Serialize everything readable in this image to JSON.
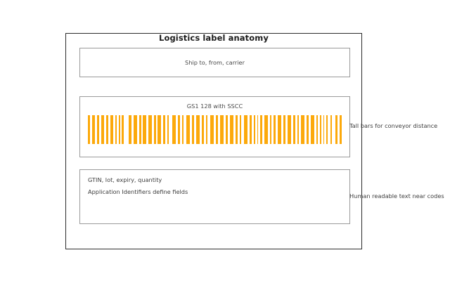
{
  "label": {
    "title": "Logistics label anatomy",
    "frame_color": "#2b2b2b",
    "panel_border_color": "#9a9a9a",
    "barcode_color": "#FCA90B"
  },
  "panels": {
    "shipping": {
      "caption": "Ship to, from, carrier"
    },
    "barcode": {
      "caption": "GS1 128 with SSCC",
      "symbology": "GS1-128",
      "bars": [
        {
          "x": 0,
          "w": 3.2
        },
        {
          "x": 6.0,
          "w": 4.4
        },
        {
          "x": 13.0,
          "w": 3.0
        },
        {
          "x": 18.6,
          "w": 4.6
        },
        {
          "x": 26.0,
          "w": 3.0
        },
        {
          "x": 32.0,
          "w": 4.4
        },
        {
          "x": 39.4,
          "w": 1.8
        },
        {
          "x": 44.0,
          "w": 1.8
        },
        {
          "x": 48.4,
          "w": 3.0
        },
        {
          "x": 57.6,
          "w": 4.6
        },
        {
          "x": 65.0,
          "w": 4.6
        },
        {
          "x": 72.6,
          "w": 3.0
        },
        {
          "x": 78.4,
          "w": 4.6
        },
        {
          "x": 86.0,
          "w": 4.6
        },
        {
          "x": 93.6,
          "w": 3.0
        },
        {
          "x": 99.4,
          "w": 4.6
        },
        {
          "x": 107.0,
          "w": 3.0
        },
        {
          "x": 113.0,
          "w": 1.8
        },
        {
          "x": 120.0,
          "w": 4.6
        },
        {
          "x": 128.0,
          "w": 3.0
        },
        {
          "x": 134.0,
          "w": 1.8
        },
        {
          "x": 140.0,
          "w": 4.6
        },
        {
          "x": 148.0,
          "w": 3.0
        },
        {
          "x": 154.0,
          "w": 4.6
        },
        {
          "x": 162.0,
          "w": 3.0
        },
        {
          "x": 168.0,
          "w": 1.8
        },
        {
          "x": 174.0,
          "w": 4.6
        },
        {
          "x": 182.0,
          "w": 3.0
        },
        {
          "x": 188.0,
          "w": 4.6
        },
        {
          "x": 196.0,
          "w": 3.0
        },
        {
          "x": 202.0,
          "w": 4.6
        },
        {
          "x": 210.0,
          "w": 3.0
        },
        {
          "x": 216.0,
          "w": 1.8
        },
        {
          "x": 222.0,
          "w": 4.6
        },
        {
          "x": 230.0,
          "w": 3.0
        },
        {
          "x": 236.0,
          "w": 1.8
        },
        {
          "x": 240.6,
          "w": 1.8
        },
        {
          "x": 245.4,
          "w": 3.0
        },
        {
          "x": 251.0,
          "w": 4.6
        },
        {
          "x": 259.0,
          "w": 1.8
        },
        {
          "x": 264.0,
          "w": 3.0
        },
        {
          "x": 270.0,
          "w": 4.6
        },
        {
          "x": 278.0,
          "w": 3.0
        },
        {
          "x": 284.0,
          "w": 4.6
        },
        {
          "x": 292.0,
          "w": 3.0
        },
        {
          "x": 298.0,
          "w": 1.8
        },
        {
          "x": 303.0,
          "w": 4.6
        },
        {
          "x": 311.0,
          "w": 3.0
        },
        {
          "x": 317.0,
          "w": 4.6
        },
        {
          "x": 325.0,
          "w": 1.8
        },
        {
          "x": 330.0,
          "w": 1.8
        },
        {
          "x": 334.6,
          "w": 1.8
        },
        {
          "x": 339.2,
          "w": 1.8
        },
        {
          "x": 345.0,
          "w": 1.8
        },
        {
          "x": 352.0,
          "w": 3.0
        },
        {
          "x": 358.0,
          "w": 3.0
        }
      ]
    },
    "data": {
      "lines": [
        "GTIN, lot, expiry, quantity",
        "Application Identifiers define fields"
      ]
    }
  },
  "annotations": [
    "Tall bars for conveyor distance",
    "Human readable text near codes"
  ]
}
